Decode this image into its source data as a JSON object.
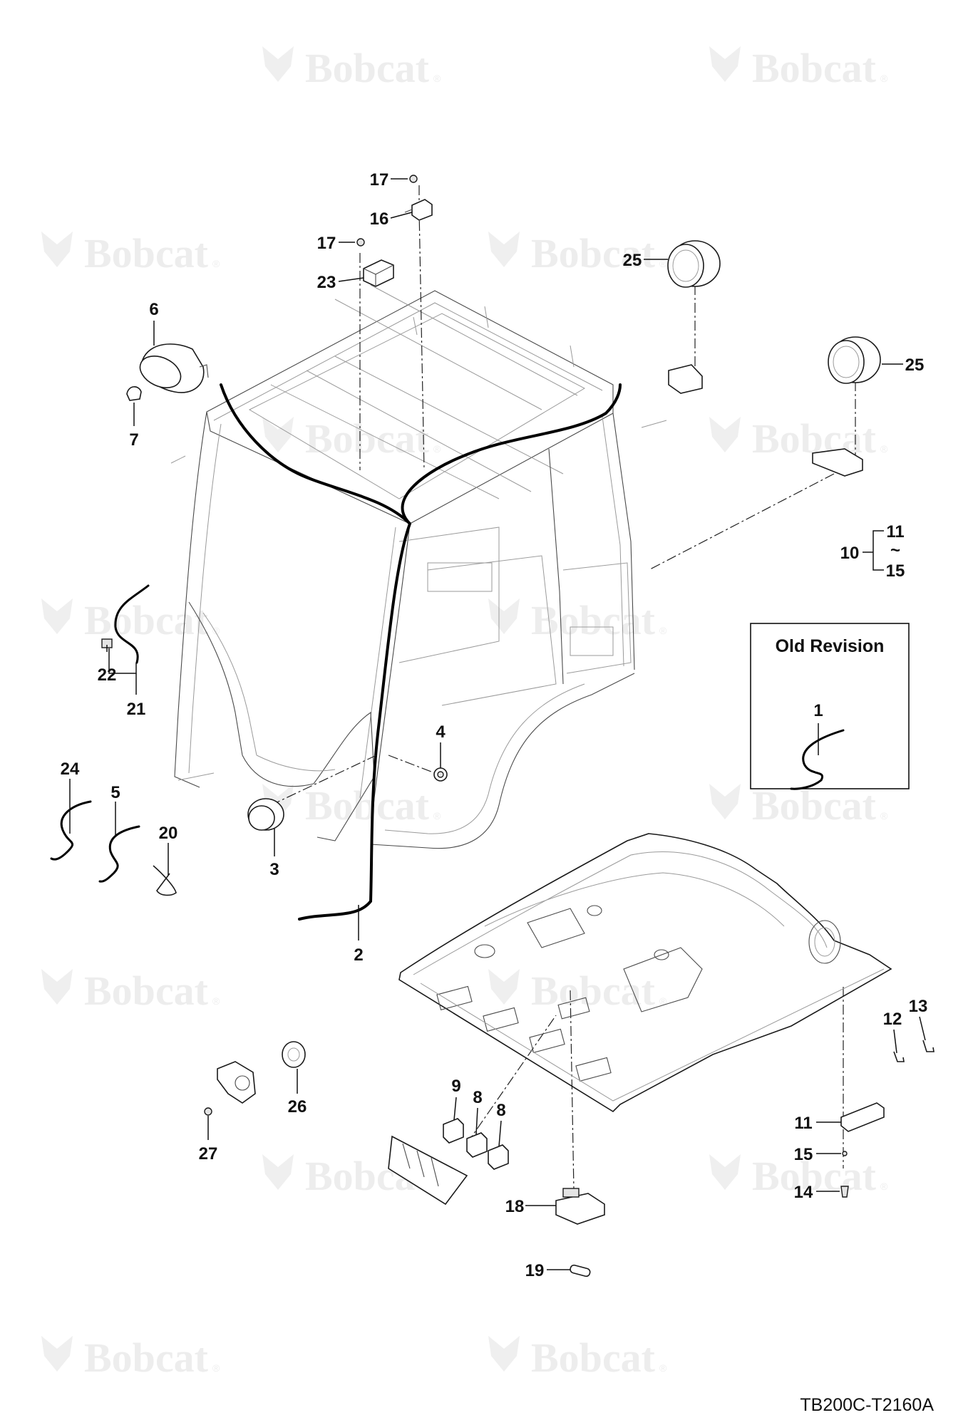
{
  "watermark": {
    "brand": "Bobcat",
    "reg": "®"
  },
  "inset": {
    "title": "Old Revision",
    "callout": "1"
  },
  "drawing_code": "TB200C-T2160A",
  "callouts": {
    "c17a": "17",
    "c16": "16",
    "c17b": "17",
    "c23": "23",
    "c25a": "25",
    "c25b": "25",
    "c6": "6",
    "c7": "7",
    "c10": "10",
    "c11a": "11",
    "c10tilde": "~",
    "c15a": "15",
    "c22": "22",
    "c21": "21",
    "c4": "4",
    "c24": "24",
    "c5": "5",
    "c20": "20",
    "c3": "3",
    "c2": "2",
    "c13": "13",
    "c12": "12",
    "c11b": "11",
    "c15b": "15",
    "c14": "14",
    "c9": "9",
    "c8a": "8",
    "c8b": "8",
    "c26": "26",
    "c27": "27",
    "c18": "18",
    "c19": "19"
  }
}
